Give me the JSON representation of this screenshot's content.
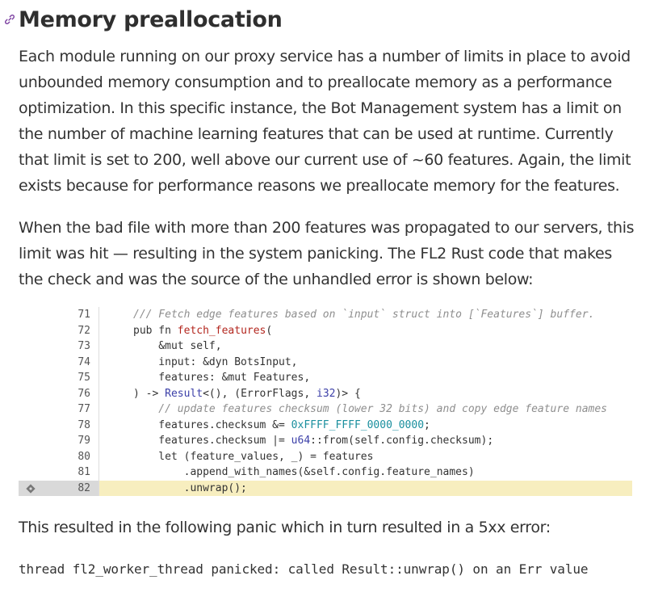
{
  "section": {
    "title": "Memory preallocation"
  },
  "paragraphs": {
    "p1": "Each module running on our proxy service has a number of limits in place to avoid unbounded memory consumption and to preallocate memory as a performance optimization. In this specific instance, the Bot Management system has a limit on the number of machine learning features that can be used at runtime. Currently that limit is set to 200, well above our current use of ~60 features. Again, the limit exists because for performance reasons we preallocate memory for the features.",
    "p2": "When the bad file with more than 200 features was propagated to our servers, this limit was hit — resulting in the system panicking. The FL2 Rust code that makes the check and was the source of the unhandled error is shown below:",
    "p3": "This resulted in the following panic which in turn resulted in a 5xx error:"
  },
  "code": {
    "highlighted_line": 82,
    "lines": [
      {
        "num": "71",
        "tokens": [
          [
            "comment",
            "/// Fetch edge features based on `input` struct into [`Features`] buffer."
          ]
        ]
      },
      {
        "num": "72",
        "tokens": [
          [
            "keyword",
            "pub fn "
          ],
          [
            "fn",
            "fetch_features"
          ],
          [
            "plain",
            "("
          ]
        ]
      },
      {
        "num": "73",
        "tokens": [
          [
            "plain",
            "    &"
          ],
          [
            "keyword",
            "mut self"
          ],
          [
            "plain",
            ","
          ]
        ]
      },
      {
        "num": "74",
        "tokens": [
          [
            "plain",
            "    input: &"
          ],
          [
            "keyword",
            "dyn"
          ],
          [
            "plain",
            " BotsInput,"
          ]
        ]
      },
      {
        "num": "75",
        "tokens": [
          [
            "plain",
            "    features: &"
          ],
          [
            "keyword",
            "mut"
          ],
          [
            "plain",
            " Features,"
          ]
        ]
      },
      {
        "num": "76",
        "tokens": [
          [
            "plain",
            ") -> "
          ],
          [
            "type",
            "Result"
          ],
          [
            "plain",
            "<(), (ErrorFlags, "
          ],
          [
            "type",
            "i32"
          ],
          [
            "plain",
            ")> {"
          ]
        ]
      },
      {
        "num": "77",
        "tokens": [
          [
            "comment",
            "    // update features checksum (lower 32 bits) and copy edge feature names"
          ]
        ]
      },
      {
        "num": "78",
        "tokens": [
          [
            "plain",
            "    features.checksum &= "
          ],
          [
            "number",
            "0xFFFF_FFFF_0000_0000"
          ],
          [
            "plain",
            ";"
          ]
        ]
      },
      {
        "num": "79",
        "tokens": [
          [
            "plain",
            "    features.checksum |= "
          ],
          [
            "type",
            "u64"
          ],
          [
            "plain",
            "::from("
          ],
          [
            "keyword",
            "self"
          ],
          [
            "plain",
            ".config.checksum);"
          ]
        ]
      },
      {
        "num": "80",
        "tokens": [
          [
            "keyword",
            "    let"
          ],
          [
            "plain",
            " (feature_values, _) = features"
          ]
        ]
      },
      {
        "num": "81",
        "tokens": [
          [
            "plain",
            "        .append_with_names(&"
          ],
          [
            "keyword",
            "self"
          ],
          [
            "plain",
            ".config.feature_names)"
          ]
        ]
      },
      {
        "num": "82",
        "tokens": [
          [
            "plain",
            "        .unwrap();"
          ]
        ]
      }
    ]
  },
  "terminal": {
    "text": "thread fl2_worker_thread panicked: called Result::unwrap() on an Err value"
  },
  "icons": {
    "anchor": "link-icon",
    "gutter_marker": "git-commit-icon"
  },
  "colors": {
    "highlight": "#f7eebf",
    "anchor": "#7b3fa0"
  }
}
